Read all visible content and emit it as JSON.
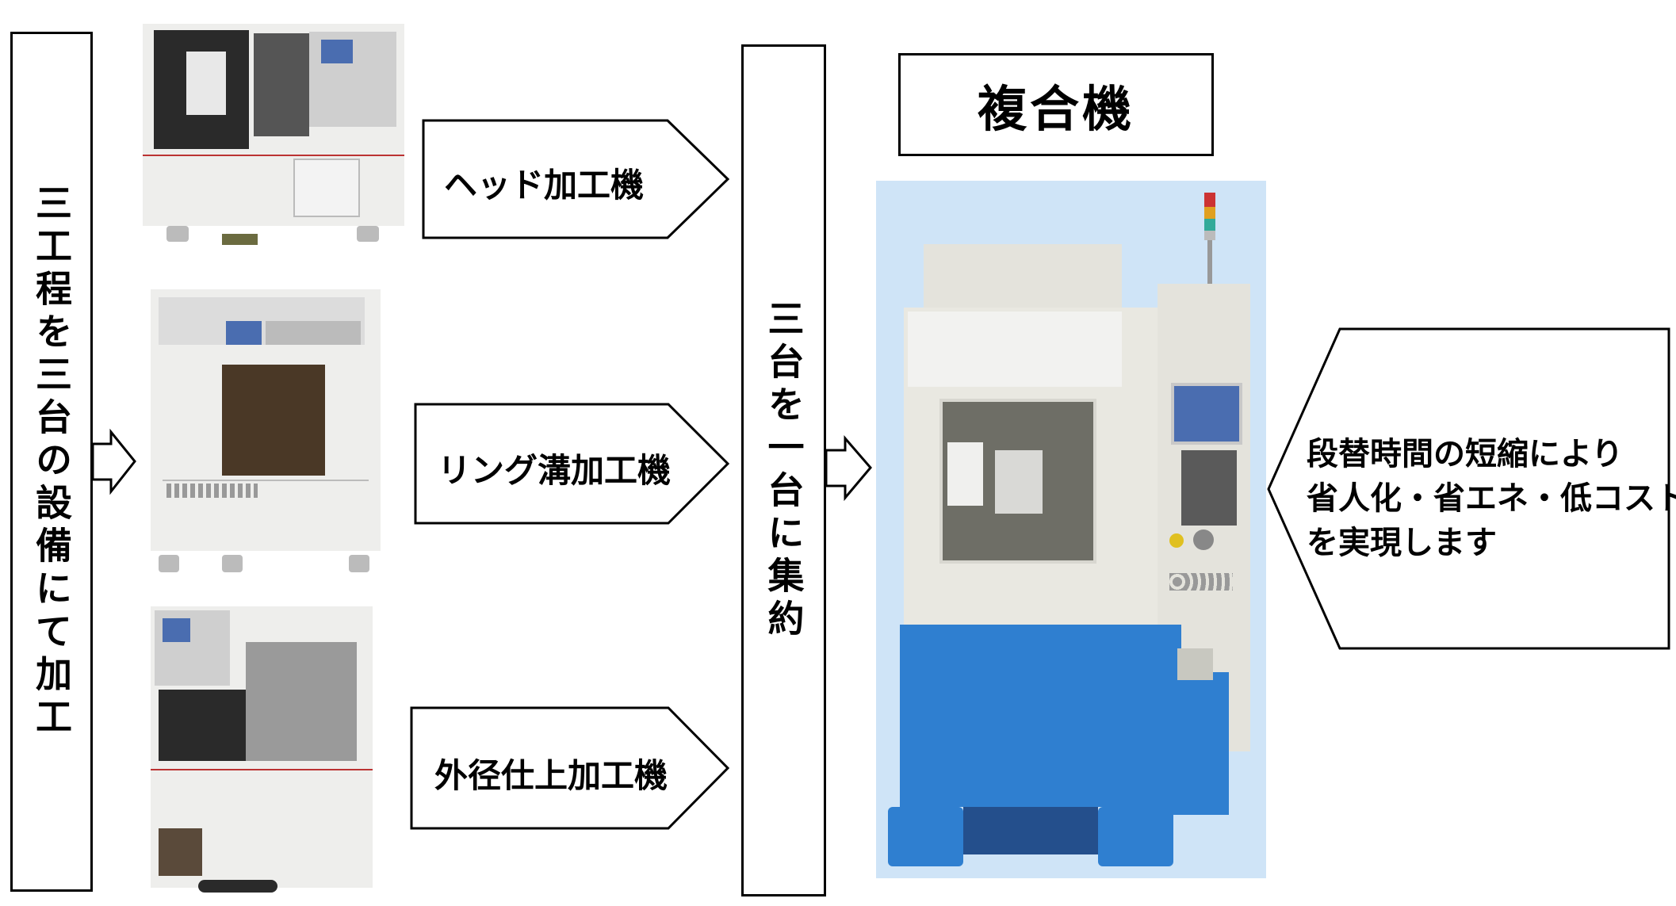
{
  "left_box": {
    "text": "三工程を三台の設備にて加工"
  },
  "middle_box": {
    "text": "三台を一台に集約"
  },
  "machines": [
    {
      "label": "ヘッド加工機"
    },
    {
      "label": "リング溝加工機"
    },
    {
      "label": "外径仕上加工機"
    }
  ],
  "result": {
    "title": "複合機",
    "benefit_lines": [
      "段替時間の短縮により",
      "省人化・省エネ・低コスト",
      "を実現します"
    ]
  },
  "colors": {
    "machine_white": "#eeeeec",
    "machine_dark": "#2a2a2a",
    "combo_blue": "#2f7fd0",
    "combo_bg": "#cfe4f7"
  }
}
